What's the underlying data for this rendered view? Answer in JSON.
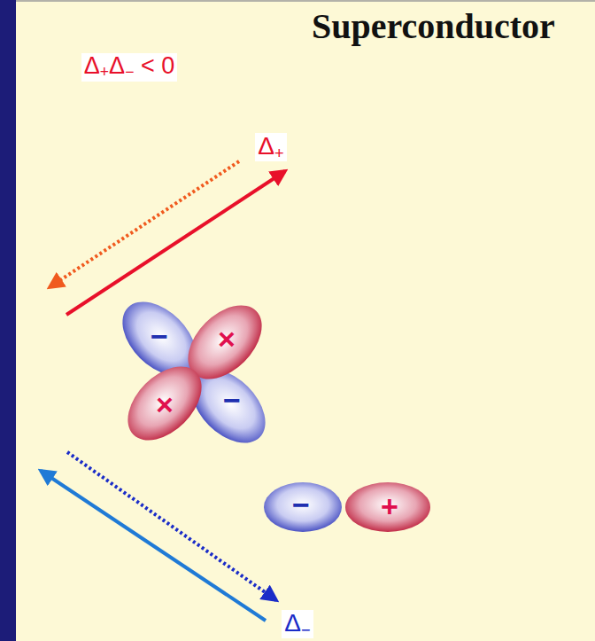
{
  "diagram": {
    "title": "Superconductor",
    "labels": [
      "Δ+Δ− < 0",
      "Δ+",
      "Δ−",
      "−",
      "×",
      "×",
      "−",
      "−",
      "+"
    ]
  }
}
